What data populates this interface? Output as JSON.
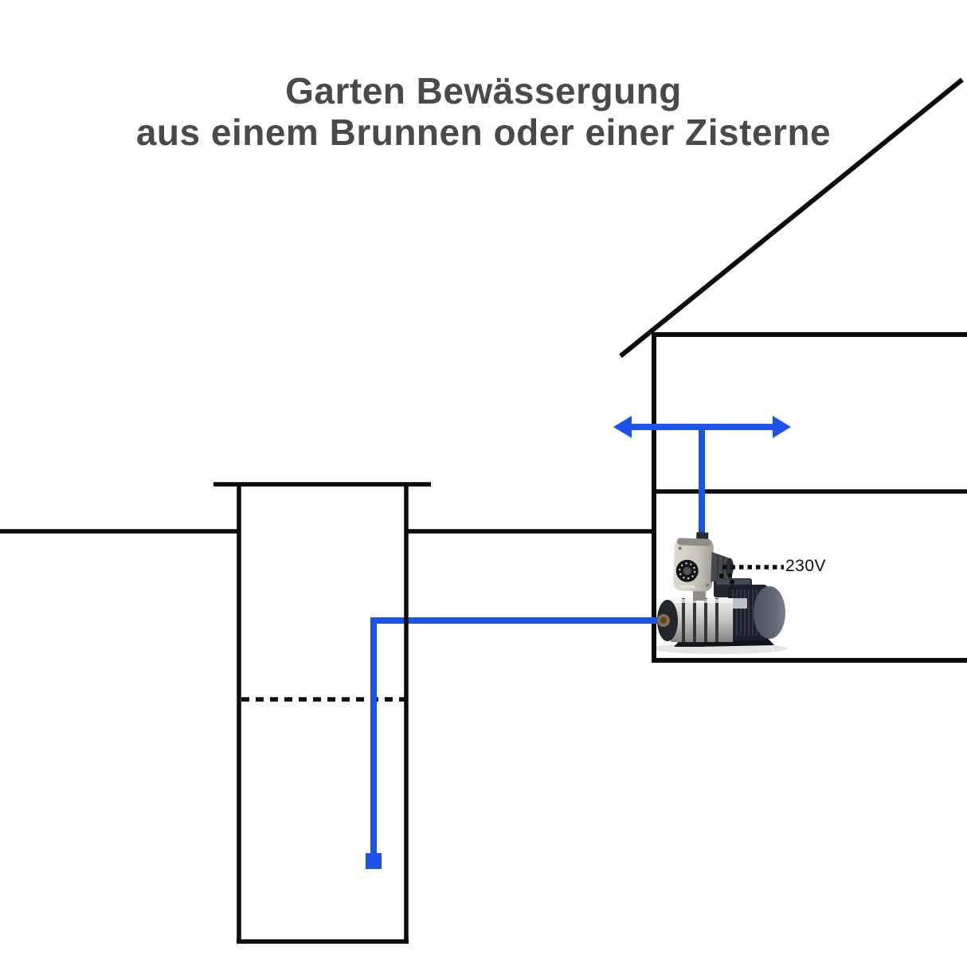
{
  "title": {
    "line1": "Garten Bewässergung",
    "line2": "aus einem Brunnen oder einer Zisterne"
  },
  "labels": {
    "voltage": "230V"
  },
  "colors": {
    "pipe_blue": "#1c53ea",
    "line_black": "#0d0d0d",
    "title_gray": "#4a4a48",
    "controller_gray": "#c6c4bb",
    "pump_steel": "#c9c9c9",
    "motor_dark": "#1a1f29",
    "brass_port": "#8a6f4c"
  },
  "components": {
    "roof": "roof-line",
    "house": "house-outline",
    "ground": "ground-line",
    "well": "well-or-cistern-shaft",
    "water_level": "water-level-dashed-line",
    "suction_pipe": "suction-pipe",
    "foot_valve": "foot-valve",
    "pressure_pipe": "pressure-pipe",
    "distribution": "distribution-double-arrow",
    "pump": "multistage-pump",
    "controller": "pressure-controller",
    "power": "power-cable-dotted"
  }
}
